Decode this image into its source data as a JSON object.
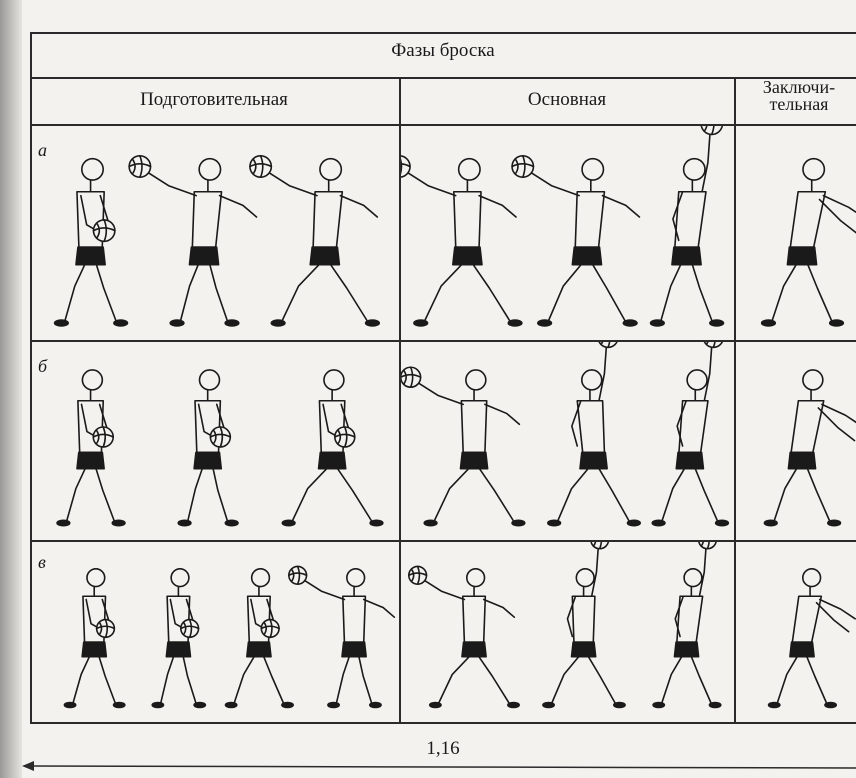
{
  "table": {
    "title": "Фазы броска",
    "phases": [
      {
        "label": "Подготовительная"
      },
      {
        "label": "Основная"
      },
      {
        "label_line1": "Заключи-",
        "label_line2": "тельная"
      }
    ],
    "rows": [
      {
        "label": "а"
      },
      {
        "label": "б"
      },
      {
        "label": "в"
      }
    ]
  },
  "footer": {
    "figure_number": "1,16"
  },
  "ink_color": "#1a1a1a",
  "paper_color": "#f4f2ee"
}
